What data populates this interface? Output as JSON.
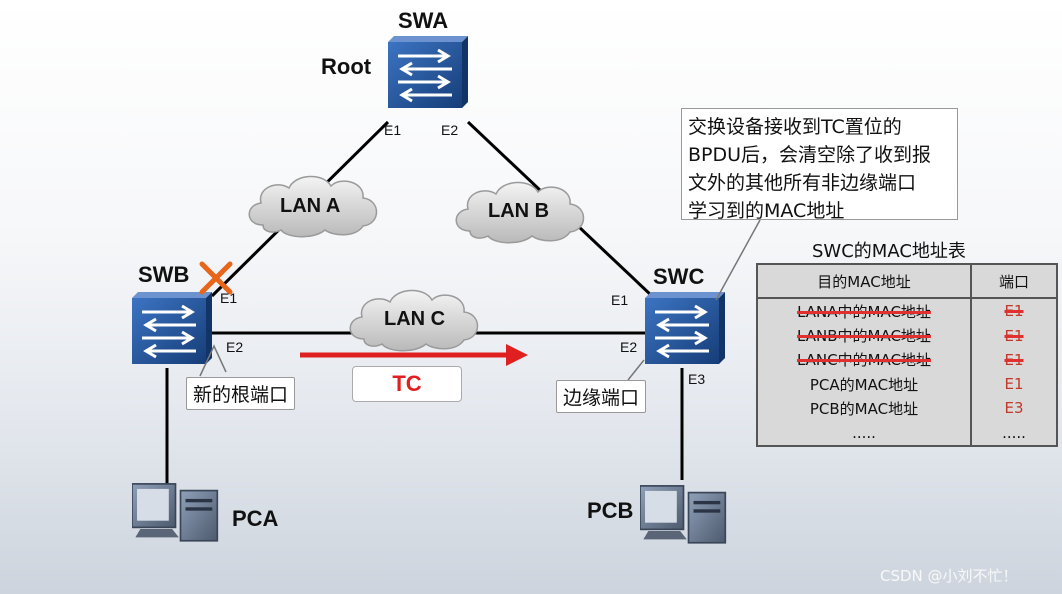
{
  "devices": {
    "swa": {
      "name": "SWA",
      "role": "Root",
      "ports": [
        "E1",
        "E2"
      ]
    },
    "swb": {
      "name": "SWB",
      "ports": [
        "E1",
        "E2"
      ]
    },
    "swc": {
      "name": "SWC",
      "ports": [
        "E1",
        "E2",
        "E3"
      ]
    },
    "pca": {
      "name": "PCA"
    },
    "pcb": {
      "name": "PCB"
    }
  },
  "clouds": [
    "LAN A",
    "LAN B",
    "LAN C"
  ],
  "labels": {
    "new_root_port": "新的根端口",
    "edge_port": "边缘端口",
    "tc": "TC"
  },
  "callout": {
    "lines": [
      "交换设备接收到TC置位的",
      "BPDU后，会清空除了收到报",
      "文外的其他所有非边缘端口",
      "学习到的MAC地址"
    ]
  },
  "mac_table": {
    "title": "SWC的MAC地址表",
    "headers": [
      "目的MAC地址",
      "端口"
    ],
    "rows": [
      {
        "mac": "LANA中的MAC地址",
        "port": "E1",
        "struck": true
      },
      {
        "mac": "LANB中的MAC地址",
        "port": "E1",
        "struck": true
      },
      {
        "mac": "LANC中的MAC地址",
        "port": "E1",
        "struck": true
      },
      {
        "mac": "PCA的MAC地址",
        "port": "E1",
        "struck": false
      },
      {
        "mac": "PCB的MAC地址",
        "port": "E3",
        "struck": false
      },
      {
        "mac": ".....",
        "port": ".....",
        "struck": false
      }
    ]
  },
  "colors": {
    "accent_red": "#e02020",
    "switch_blue": "#1f4f93",
    "strike_red": "#e03030"
  },
  "watermark": "CSDN @小刘不忙！"
}
